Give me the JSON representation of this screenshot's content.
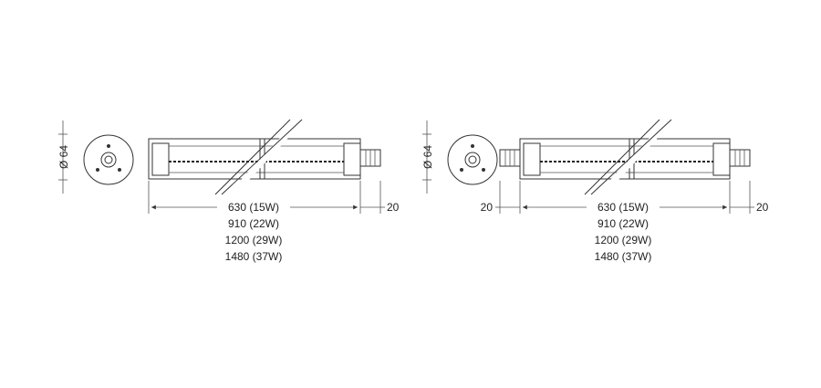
{
  "left_view": {
    "diameter_label": "Ø 64",
    "length_labels": [
      "630 (15W)",
      "910 (22W)",
      "1200 (29W)",
      "1480 (37W)"
    ],
    "end_cap_right": "20"
  },
  "right_view": {
    "diameter_label": "Ø 64",
    "length_labels": [
      "630 (15W)",
      "910 (22W)",
      "1200 (29W)",
      "1480 (37W)"
    ],
    "end_cap_left": "20",
    "end_cap_right": "20"
  }
}
